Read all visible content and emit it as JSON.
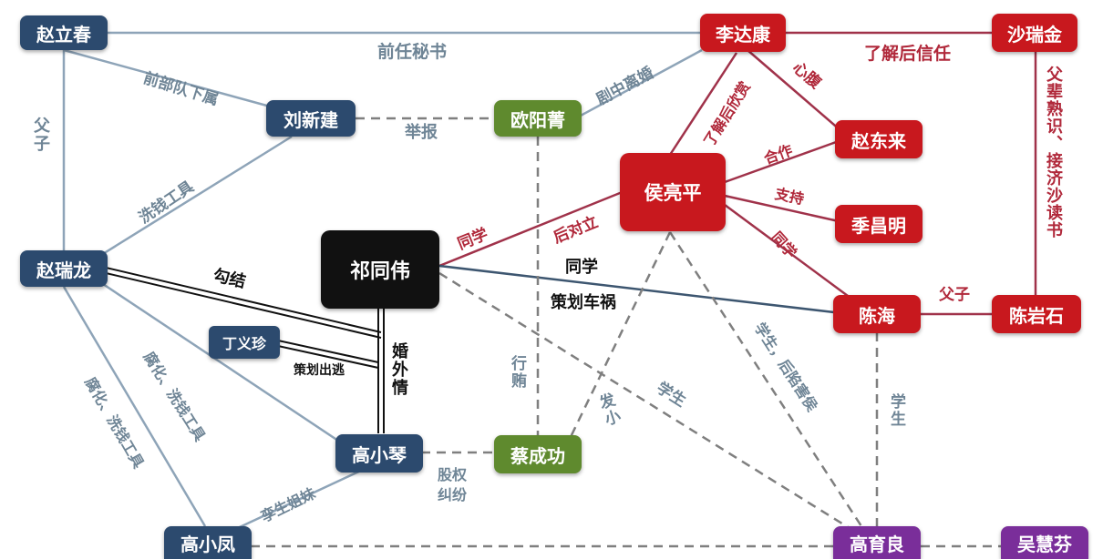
{
  "colors": {
    "navy": "#2c4a6e",
    "red": "#c8181e",
    "green": "#5f8a2e",
    "black": "#111111",
    "purple": "#7a2e9a",
    "line_navy": "#8ea4b8",
    "line_red": "#a0324a",
    "line_dash": "#7f7f7f",
    "text_gray": "#6f8596",
    "text_red": "#b0283a",
    "text_black": "#111111"
  },
  "nodes": {
    "zhao_lichun": "赵立春",
    "li_dakang": "李达康",
    "sha_ruijin": "沙瑞金",
    "liu_xinjian": "刘新建",
    "ouyang_jing": "欧阳菁",
    "zhao_donglai": "赵东来",
    "hou_liangping": "侯亮平",
    "ji_changming": "季昌明",
    "qi_tongwei": "祁同伟",
    "zhao_ruilong": "赵瑞龙",
    "chen_hai": "陈海",
    "chen_yanshi": "陈岩石",
    "ding_yizhen": "丁义珍",
    "gao_xiaoqin": "高小琴",
    "cai_chenggong": "蔡成功",
    "gao_xiaofeng": "高小凤",
    "gao_yuliang": "高育良",
    "wu_huifen": "吴慧芬"
  },
  "labels": {
    "former_secretary": "前任秘书",
    "trust_after": "了解后信任",
    "former_subordinate": "前部队下属",
    "divorcing": "剧中离婚",
    "confidant": "心腹",
    "understand_appreciate": "了解后欣赏",
    "report": "举报",
    "cooperate": "合作",
    "support": "支持",
    "classmate_hou_chen": "同学",
    "father_son_zhao": "父子",
    "father_son_chen": "父子",
    "father_friend": "父辈熟识、接济沙读书",
    "money_tool": "洗钱工具",
    "classmate_qi_hou": "同学",
    "later_opposed": "后对立",
    "collude": "勾结",
    "classmate_qi_chen": "同学",
    "plot_accident": "策划车祸",
    "plan_escape": "策划出逃",
    "affair": "婚外情",
    "bribe": "行贿",
    "childhood_friend": "发小",
    "student_gao_qi": "学生",
    "student_framed": "学生，后陷害侯",
    "student_chen": "学生",
    "corrupt_money_1": "腐化、洗钱工具",
    "corrupt_money_2": "腐化、洗钱工具",
    "equity_dispute": "股权纠纷",
    "twin_sisters": "孪生姐妹"
  }
}
